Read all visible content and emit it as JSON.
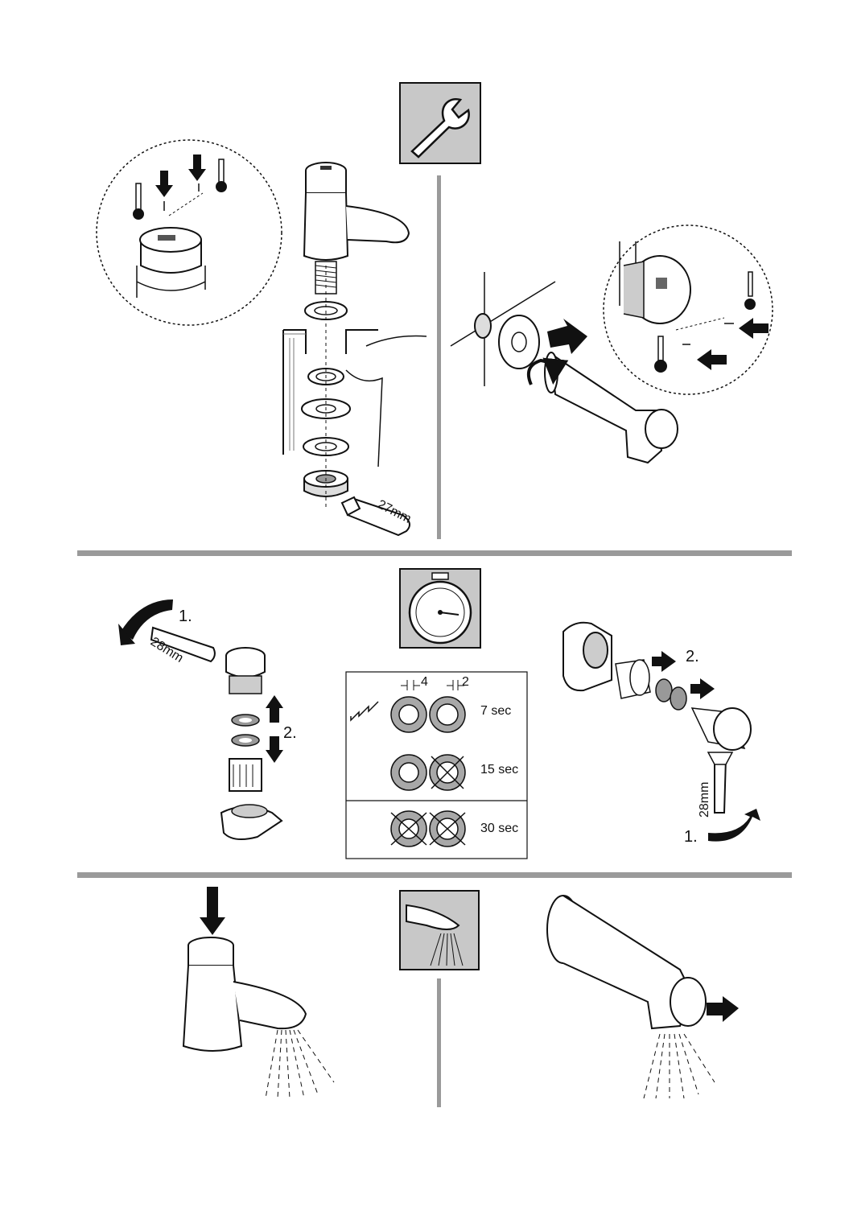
{
  "section_1": {
    "icon": "wrench-icon",
    "left": {
      "wrench_size": "27mm"
    },
    "right": {}
  },
  "section_2": {
    "icon": "stopwatch-icon",
    "left": {
      "step_1": "1.",
      "step_2": "2.",
      "wrench_size": "28mm"
    },
    "table": {
      "dim_thick": "4",
      "dim_thin": "2",
      "rows": [
        {
          "time": "7 sec"
        },
        {
          "time": "15 sec"
        },
        {
          "time": "30 sec"
        }
      ]
    },
    "right": {
      "step_1": "1.",
      "step_2": "2.",
      "wrench_size": "28mm"
    }
  },
  "section_3": {
    "icon": "spray-head-icon"
  },
  "colors": {
    "rule": "#9a9a9a",
    "icon_box": "#c8c8c8",
    "ink": "#111111",
    "ring_fill": "#a8a8a8"
  }
}
